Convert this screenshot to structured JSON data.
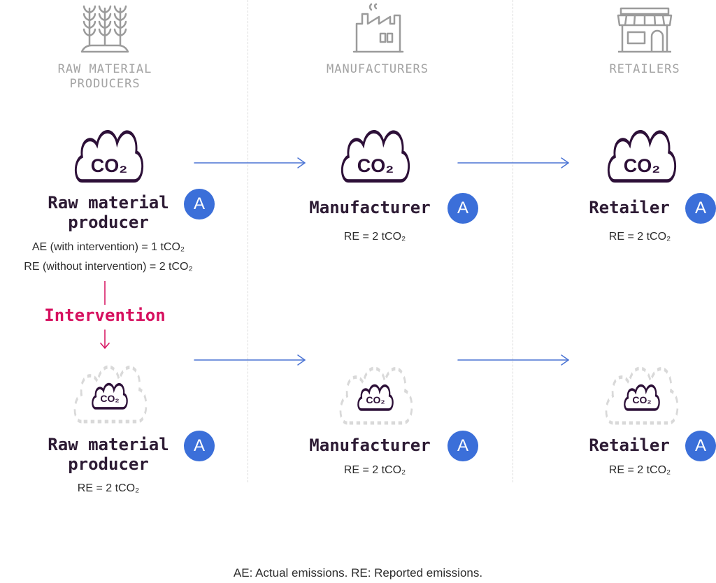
{
  "columns": [
    {
      "header": "RAW MATERIAL\nPRODUCERS",
      "icon": "wheat-field-icon"
    },
    {
      "header": "MANUFACTURERS",
      "icon": "factory-icon"
    },
    {
      "header": "RETAILERS",
      "icon": "storefront-icon"
    }
  ],
  "co2_label": "CO₂",
  "badge_label": "A",
  "top_row": {
    "raw": {
      "name": "Raw material\nproducer",
      "ae_line": "AE (with intervention) = 1 tCO₂",
      "re_line": "RE (without intervention) = 2 tCO₂"
    },
    "manufacturer": {
      "name": "Manufacturer",
      "re_line": "RE = 2 tCO₂"
    },
    "retailer": {
      "name": "Retailer",
      "re_line": "RE = 2 tCO₂"
    }
  },
  "intervention_label": "Intervention",
  "bottom_row": {
    "raw": {
      "name": "Raw material\nproducer",
      "re_line": "RE = 2 tCO₂"
    },
    "manufacturer": {
      "name": "Manufacturer",
      "re_line": "RE = 2 tCO₂"
    },
    "retailer": {
      "name": "Retailer",
      "re_line": "RE = 2 tCO₂"
    }
  },
  "footnote": "AE: Actual emissions. RE: Reported emissions.",
  "colors": {
    "arrow_blue": "#4a73d4",
    "intervention_pink": "#d6105f",
    "cloud_dark": "#2d1038",
    "cloud_dashed": "#d9d9d9",
    "header_gray": "#a3a3a3",
    "badge_blue": "#3b6fd9"
  }
}
